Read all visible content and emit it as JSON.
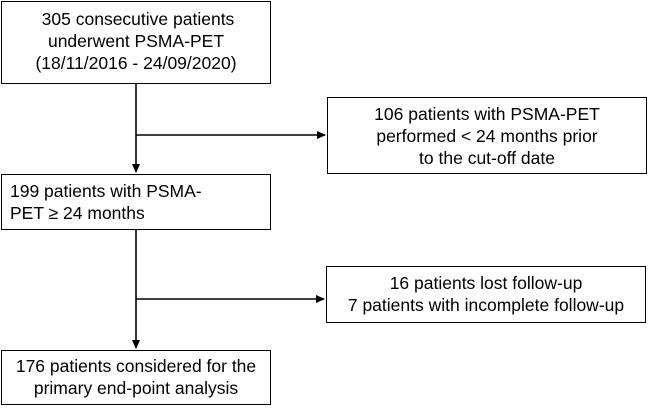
{
  "flowchart": {
    "start_box": {
      "lines": [
        "305 consecutive patients",
        "underwent PSMA-PET",
        "(18/11/2016 - 24/09/2020)"
      ]
    },
    "exclusion_1": {
      "lines": [
        "106 patients with PSMA-PET",
        "performed < 24 months prior",
        "to the cut-off date"
      ]
    },
    "middle_box": {
      "lines": [
        "199 patients with PSMA-",
        "PET ≥ 24 months"
      ]
    },
    "exclusion_2": {
      "lines": [
        "16 patients lost follow-up",
        "7 patients with incomplete follow-up"
      ]
    },
    "final_box": {
      "lines": [
        "176 patients considered for the",
        "primary end-point analysis"
      ]
    }
  },
  "colors": {
    "line": "#000000",
    "background": "#ffffff",
    "text": "#000000"
  }
}
